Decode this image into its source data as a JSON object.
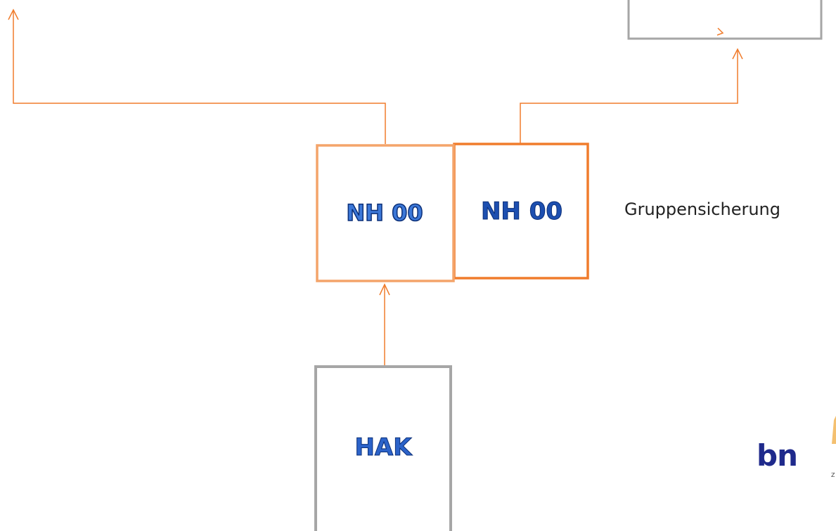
{
  "diagram": {
    "nodes": {
      "nh_left": {
        "label": "NH 00"
      },
      "nh_right": {
        "label": "NH 00"
      },
      "hak": {
        "label": "HAK"
      }
    },
    "annotation": "Gruppensicherung",
    "logo": {
      "text": "bn",
      "subtext": "Z"
    },
    "colors": {
      "line": "#f07c2c",
      "box_gray": "#a6a6a6",
      "label_blue": "#1d4fb0"
    }
  }
}
